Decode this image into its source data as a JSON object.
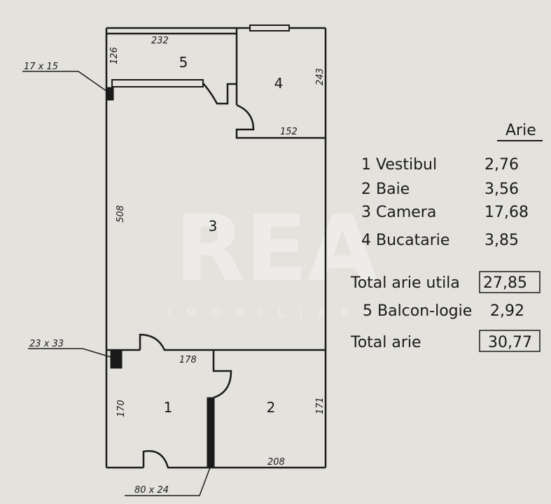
{
  "watermark": {
    "brand": "REA",
    "sub": "IMOBILIARE"
  },
  "plan": {
    "rooms": [
      {
        "number": "1"
      },
      {
        "number": "2"
      },
      {
        "number": "3"
      },
      {
        "number": "4"
      },
      {
        "number": "5"
      }
    ],
    "dimensions": {
      "balcony_width": "232",
      "balcony_depth": "126",
      "kitchen_depth": "243",
      "kitchen_width": "152",
      "room_depth": "508",
      "vestibul_width": "178",
      "vestibul_depth": "170",
      "bath_depth": "171",
      "bath_width": "208"
    },
    "columns": {
      "col_top": "17 x 15",
      "col_mid": "23 x 33",
      "col_bottom": "80 x 24"
    }
  },
  "table": {
    "header": "Arie",
    "rows": [
      {
        "label": "1 Vestibul",
        "value": "2,76"
      },
      {
        "label": "2 Baie",
        "value": "3,56"
      },
      {
        "label": "3 Camera",
        "value": "17,68"
      },
      {
        "label": "4 Bucatarie",
        "value": "3,85"
      }
    ],
    "total_utila_label": "Total arie utila",
    "total_utila_value": "27,85",
    "balcon_label": "5 Balcon-logie",
    "balcon_value": "2,92",
    "total_label": "Total arie",
    "total_value": "30,77"
  }
}
